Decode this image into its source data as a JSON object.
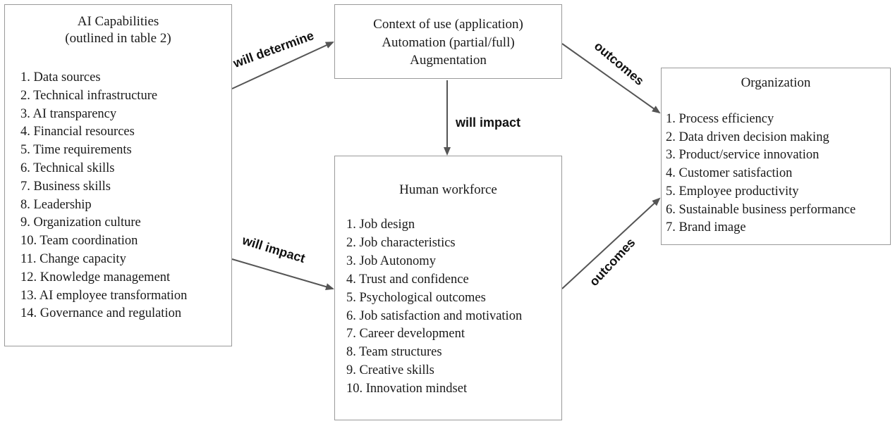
{
  "ai_capabilities": {
    "title_line1": "AI Capabilities",
    "title_line2": "(outlined in table 2)",
    "items": [
      "1. Data sources",
      "2. Technical infrastructure",
      "3. AI transparency",
      "4. Financial resources",
      "5. Time requirements",
      "6. Technical skills",
      "7. Business skills",
      "8. Leadership",
      "9. Organization culture",
      "10. Team coordination",
      "11. Change capacity",
      "12. Knowledge management",
      "13. AI employee transformation",
      "14. Governance and regulation"
    ]
  },
  "context": {
    "line1": "Context of use (application)",
    "line2": "Automation (partial/full)",
    "line3": "Augmentation"
  },
  "human_workforce": {
    "title": "Human workforce",
    "items": [
      "1. Job design",
      "2. Job characteristics",
      "3. Job Autonomy",
      "4. Trust and confidence",
      "5. Psychological outcomes",
      "6. Job satisfaction and motivation",
      "7. Career development",
      "8. Team structures",
      "9. Creative skills",
      "10. Innovation mindset"
    ]
  },
  "organization": {
    "title": "Organization",
    "items": [
      "1. Process efficiency",
      "2. Data driven decision making",
      "3. Product/service innovation",
      "4. Customer satisfaction",
      "5. Employee productivity",
      "6. Sustainable business performance",
      "7. Brand image"
    ]
  },
  "arrows": {
    "will_determine": "will determine",
    "will_impact_vertical": "will impact",
    "will_impact_left": "will impact",
    "outcomes_top": "outcomes",
    "outcomes_bottom": "outcomes"
  },
  "colors": {
    "box_border": "#9a9a9a",
    "arrow": "#555555",
    "text": "#1a1a1a"
  }
}
